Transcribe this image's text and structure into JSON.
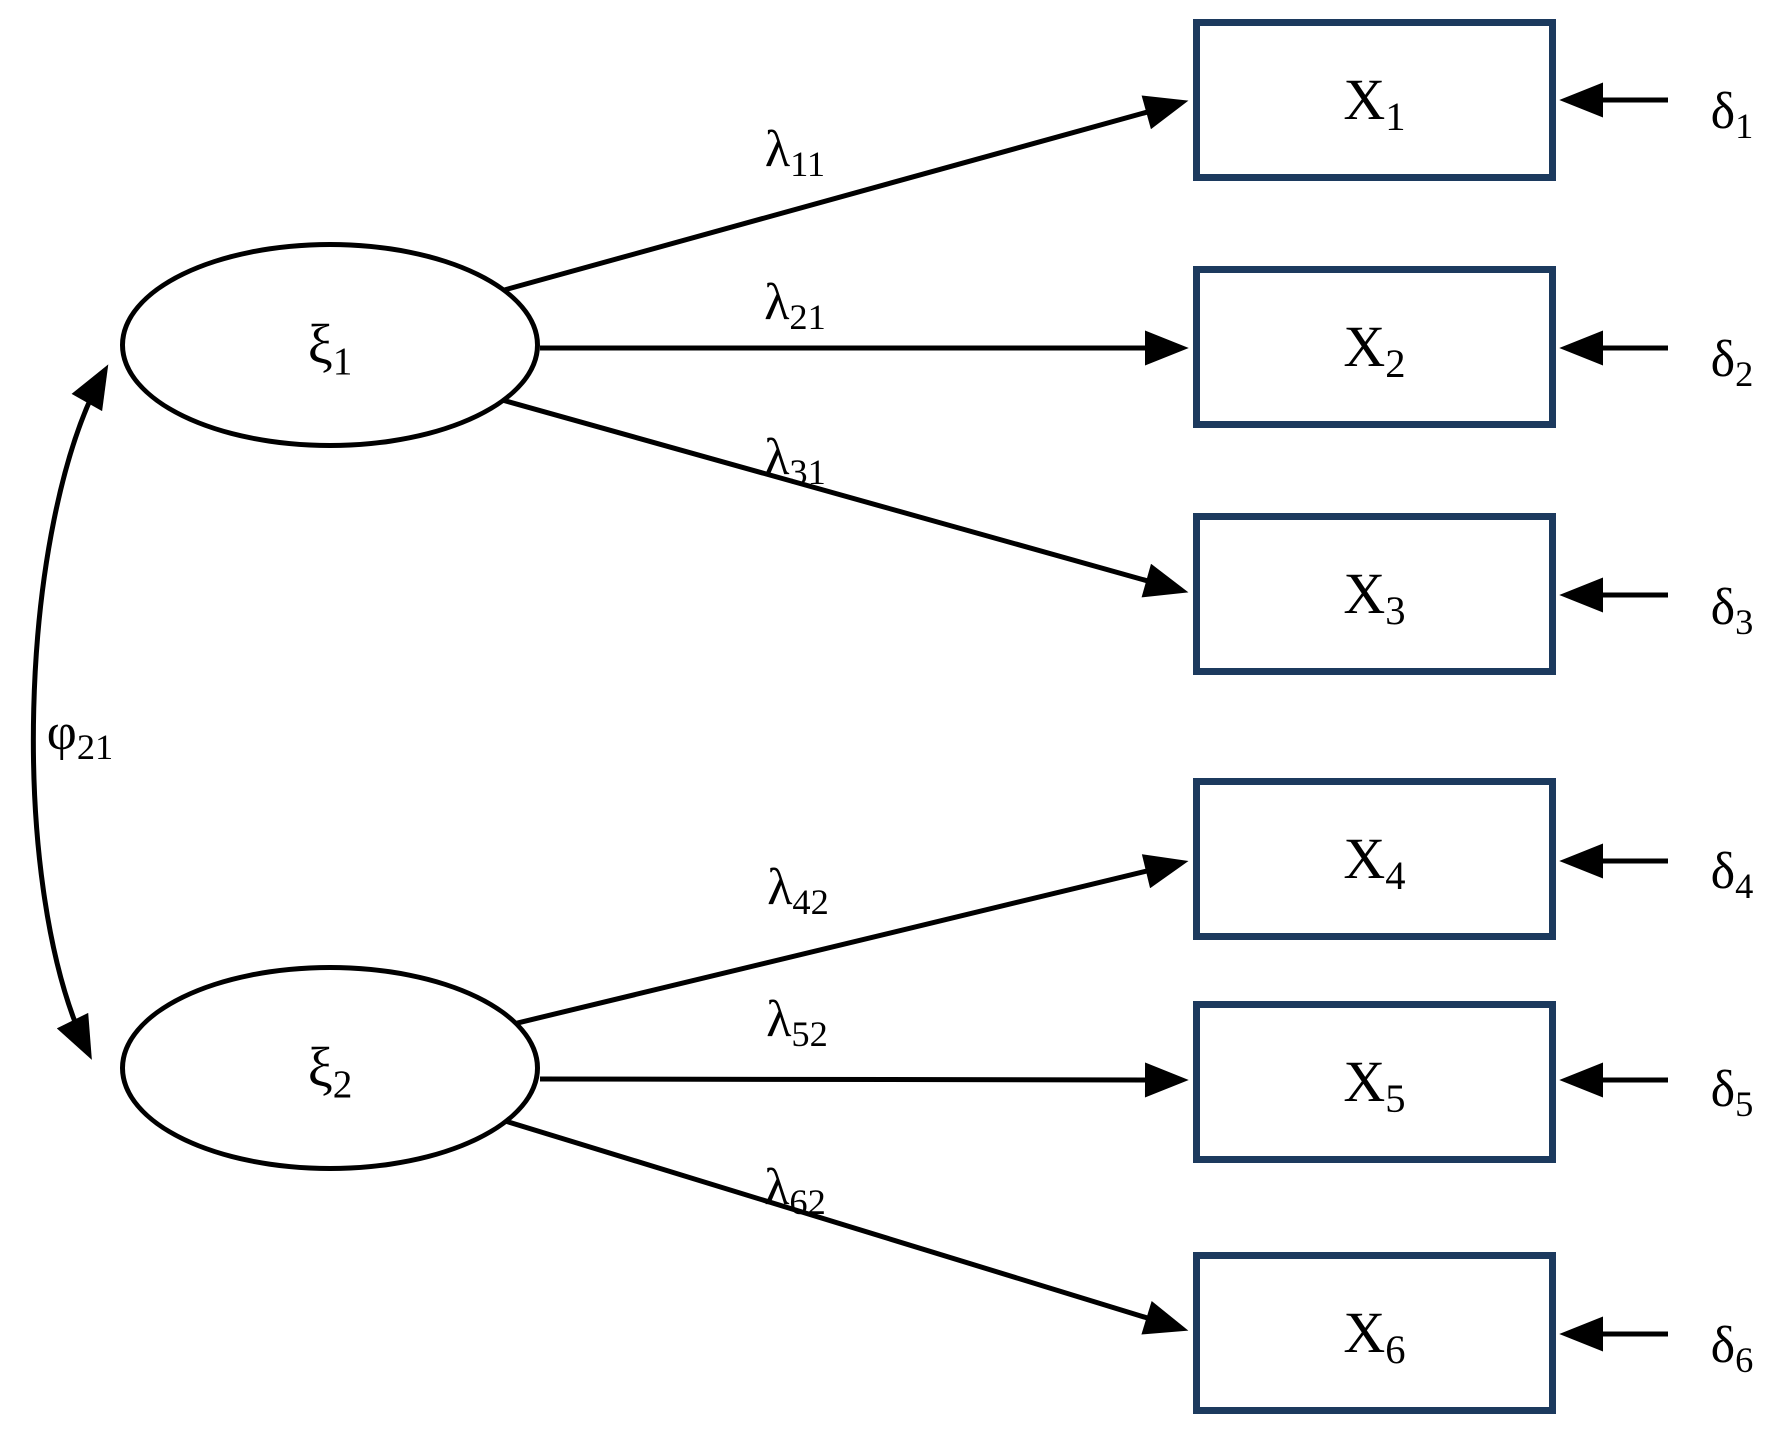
{
  "diagram": {
    "title": "Confirmatory factor analysis measurement model",
    "latent_variables": [
      {
        "base": "ξ",
        "sub": "1"
      },
      {
        "base": "ξ",
        "sub": "2"
      }
    ],
    "observed_variables": [
      {
        "base": "X",
        "sub": "1"
      },
      {
        "base": "X",
        "sub": "2"
      },
      {
        "base": "X",
        "sub": "3"
      },
      {
        "base": "X",
        "sub": "4"
      },
      {
        "base": "X",
        "sub": "5"
      },
      {
        "base": "X",
        "sub": "6"
      }
    ],
    "factor_loadings": [
      {
        "base": "λ",
        "sub": "11"
      },
      {
        "base": "λ",
        "sub": "21"
      },
      {
        "base": "λ",
        "sub": "31"
      },
      {
        "base": "λ",
        "sub": "42"
      },
      {
        "base": "λ",
        "sub": "52"
      },
      {
        "base": "λ",
        "sub": "62"
      }
    ],
    "error_terms": [
      {
        "base": "δ",
        "sub": "1"
      },
      {
        "base": "δ",
        "sub": "2"
      },
      {
        "base": "δ",
        "sub": "3"
      },
      {
        "base": "δ",
        "sub": "4"
      },
      {
        "base": "δ",
        "sub": "5"
      },
      {
        "base": "δ",
        "sub": "6"
      }
    ],
    "covariance": {
      "base": "φ",
      "sub": "21"
    },
    "colors": {
      "box_border": "#1c3a5e",
      "shape_outline": "#000000",
      "arrow": "#000000",
      "text": "#000000",
      "background": "#ffffff"
    }
  }
}
